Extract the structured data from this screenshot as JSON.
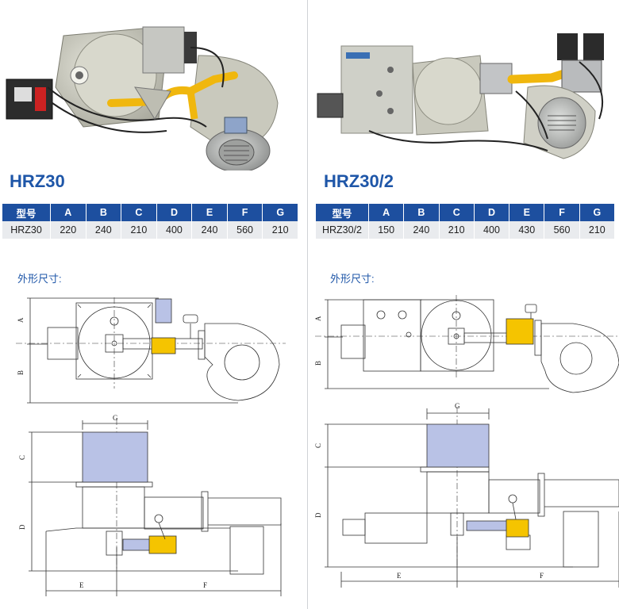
{
  "left": {
    "model": "HRZ30",
    "table": {
      "headers": [
        "型号",
        "A",
        "B",
        "C",
        "D",
        "E",
        "F",
        "G"
      ],
      "row": [
        "HRZ30",
        "220",
        "240",
        "210",
        "400",
        "240",
        "560",
        "210"
      ]
    },
    "section_title": "外形尺寸:",
    "dims_top": [
      "A",
      "B"
    ],
    "dims_bottom": [
      "G",
      "C",
      "D",
      "E",
      "F"
    ]
  },
  "right": {
    "model": "HRZ30/2",
    "table": {
      "headers": [
        "型号",
        "A",
        "B",
        "C",
        "D",
        "E",
        "F",
        "G"
      ],
      "row": [
        "HRZ30/2",
        "150",
        "240",
        "210",
        "400",
        "430",
        "560",
        "210"
      ]
    },
    "section_title": "外形尺寸:",
    "dims_top": [
      "A",
      "B"
    ],
    "dims_bottom": [
      "G",
      "C",
      "D",
      "E",
      "F"
    ]
  },
  "colors": {
    "brand_blue": "#1d4f9f",
    "title_blue": "#1e56a8",
    "yellow_part": "#f5c400",
    "blue_part": "#b9c2e6"
  }
}
